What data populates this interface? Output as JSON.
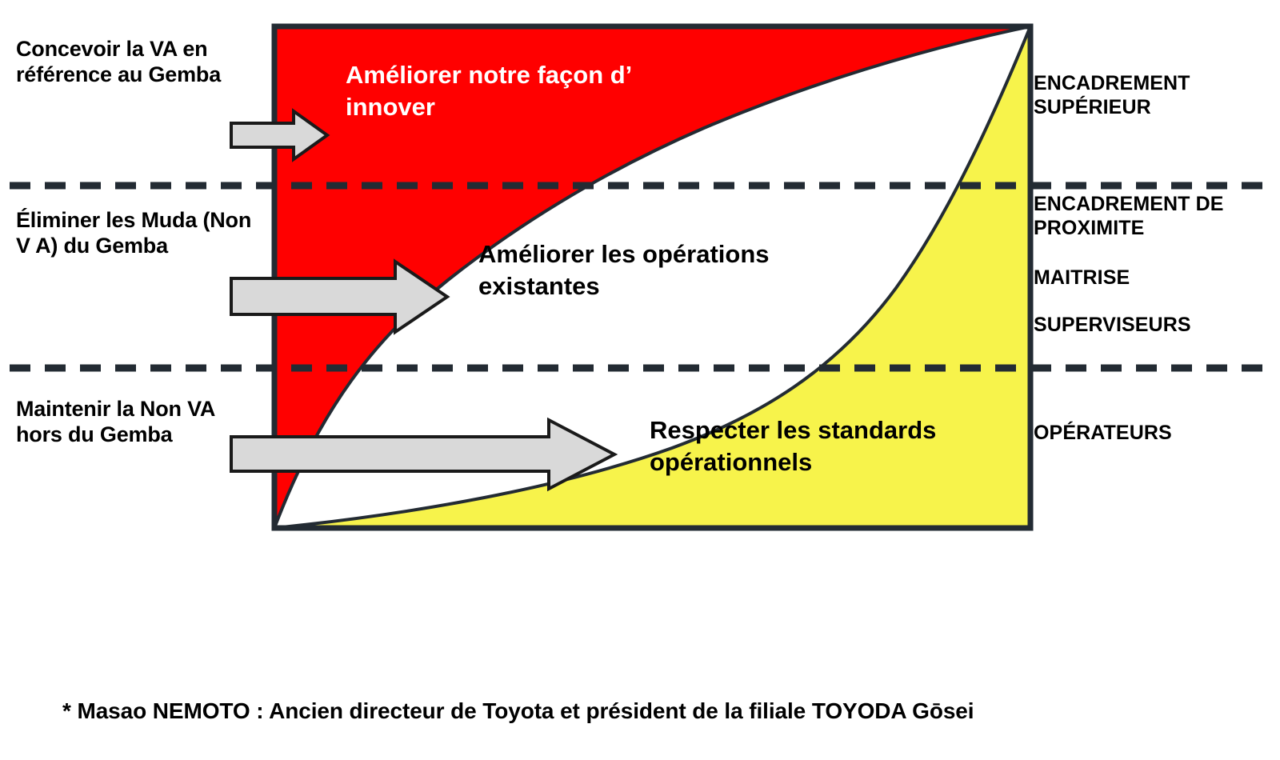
{
  "diagram": {
    "title_footnote": "* Masao NEMOTO : Ancien directeur de Toyota et président de la filiale TOYODA Gōsei",
    "left_labels": [
      {
        "id": "left-top",
        "text": "Concevoir la VA en référence au Gemba"
      },
      {
        "id": "left-mid",
        "text": "Éliminer les Muda (Non V A) du Gemba"
      },
      {
        "id": "left-bottom",
        "text": "Maintenir la Non VA  hors du Gemba"
      }
    ],
    "right_labels": [
      {
        "id": "right-top",
        "text": "ENCADREMENT SUPÉRIEUR"
      },
      {
        "id": "right-mid1",
        "text": "ENCADREMENT DE PROXIMITE"
      },
      {
        "id": "right-mid2",
        "text": "MAITRISE"
      },
      {
        "id": "right-mid3",
        "text": "SUPERVISEURS"
      },
      {
        "id": "right-bot",
        "text": "OPÉRATEURS"
      }
    ],
    "zones": [
      {
        "id": "innovate",
        "text": "Améliorer notre façon d’ innover",
        "fill": "#FF0000",
        "text_color": "#FFFFFF"
      },
      {
        "id": "improve",
        "text": "Améliorer les opérations existantes",
        "fill": "#FFFFFF",
        "text_color": "#000000"
      },
      {
        "id": "standards",
        "text": "Respecter les standards opérationnels",
        "fill": "#F7F34B",
        "text_color": "#000000"
      }
    ],
    "colors": {
      "red": "#FF0000",
      "yellow": "#F7F34B",
      "white": "#FFFFFF",
      "stroke": "#232B33",
      "arrow_fill": "#D9D9D9",
      "arrow_stroke": "#1A1A1A",
      "background": "#FFFFFF"
    },
    "arrows": [
      {
        "id": "arrow-top",
        "label": "arrow-concevoir"
      },
      {
        "id": "arrow-middle",
        "label": "arrow-eliminer"
      },
      {
        "id": "arrow-bottom",
        "label": "arrow-maintenir"
      }
    ],
    "dividers": [
      {
        "id": "divider-upper",
        "style": "dashed"
      },
      {
        "id": "divider-lower",
        "style": "dashed"
      }
    ]
  },
  "chart_data": {
    "type": "area",
    "title": "Répartition des activités par niveau hiérarchique (modèle Nemoto)",
    "xlabel": "",
    "ylabel": "",
    "orientation": "vertical-hierarchy",
    "grid": false,
    "legend": "none",
    "frame": {
      "x0": 343,
      "y0": 33,
      "x1": 1288,
      "y1": 660
    },
    "bands": [
      {
        "name": "ENCADREMENT SUPÉRIEUR",
        "y_top": 33,
        "y_bottom": 232
      },
      {
        "name": "ENCADREMENT DE PROXIMITE / MAITRISE / SUPERVISEURS",
        "y_top": 232,
        "y_bottom": 460
      },
      {
        "name": "OPÉRATEURS",
        "y_top": 460,
        "y_bottom": 660
      }
    ],
    "series": [
      {
        "name": "Améliorer notre façon d’ innover",
        "color": "#FF0000",
        "boundary_points": [
          [
            343,
            660
          ],
          [
            380,
            520
          ],
          [
            420,
            460
          ],
          [
            500,
            400
          ],
          [
            610,
            330
          ],
          [
            720,
            268
          ],
          [
            860,
            200
          ],
          [
            1000,
            145
          ],
          [
            1140,
            85
          ],
          [
            1288,
            33
          ]
        ]
      },
      {
        "name": "Améliorer les opérations existantes",
        "color": "#FFFFFF",
        "boundary_points": [
          [
            343,
            660
          ],
          [
            470,
            612
          ],
          [
            620,
            575
          ],
          [
            760,
            545
          ],
          [
            880,
            505
          ],
          [
            1000,
            440
          ],
          [
            1100,
            350
          ],
          [
            1200,
            200
          ],
          [
            1288,
            33
          ]
        ]
      },
      {
        "name": "Respecter les standards opérationnels",
        "color": "#F7F34B",
        "boundary_points": [
          [
            343,
            660
          ],
          [
            470,
            612
          ],
          [
            620,
            575
          ],
          [
            760,
            545
          ],
          [
            880,
            505
          ],
          [
            1000,
            440
          ],
          [
            1100,
            350
          ],
          [
            1200,
            200
          ],
          [
            1288,
            33
          ]
        ]
      }
    ],
    "annotations": [
      "Concevoir la VA en référence au Gemba",
      "Éliminer les Muda (Non V A) du Gemba",
      "Maintenir la Non VA  hors du Gemba",
      "* Masao NEMOTO : Ancien directeur de Toyota et président de la filiale TOYODA Gōsei"
    ]
  }
}
